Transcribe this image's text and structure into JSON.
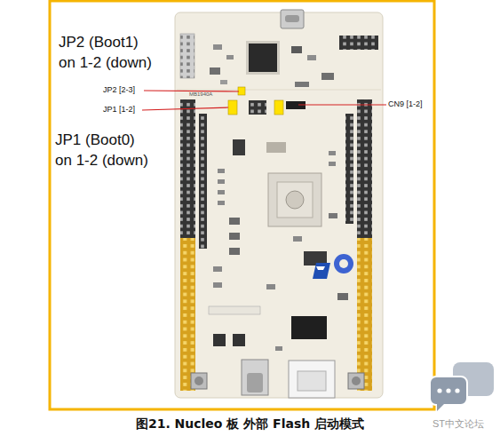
{
  "diagram": {
    "caption": "图21. Nucleo 板 外部 Flash 启动模式",
    "labels": [
      "JP2 (Boot1) on 1-2 (down)",
      "JP1 (Boot0) on 1-2 (down)",
      "JP2 [2-3]",
      "JP1 [1-2]",
      "CN9 [1-2]",
      "MB1940A",
      "ST中文论坛"
    ]
  }
}
